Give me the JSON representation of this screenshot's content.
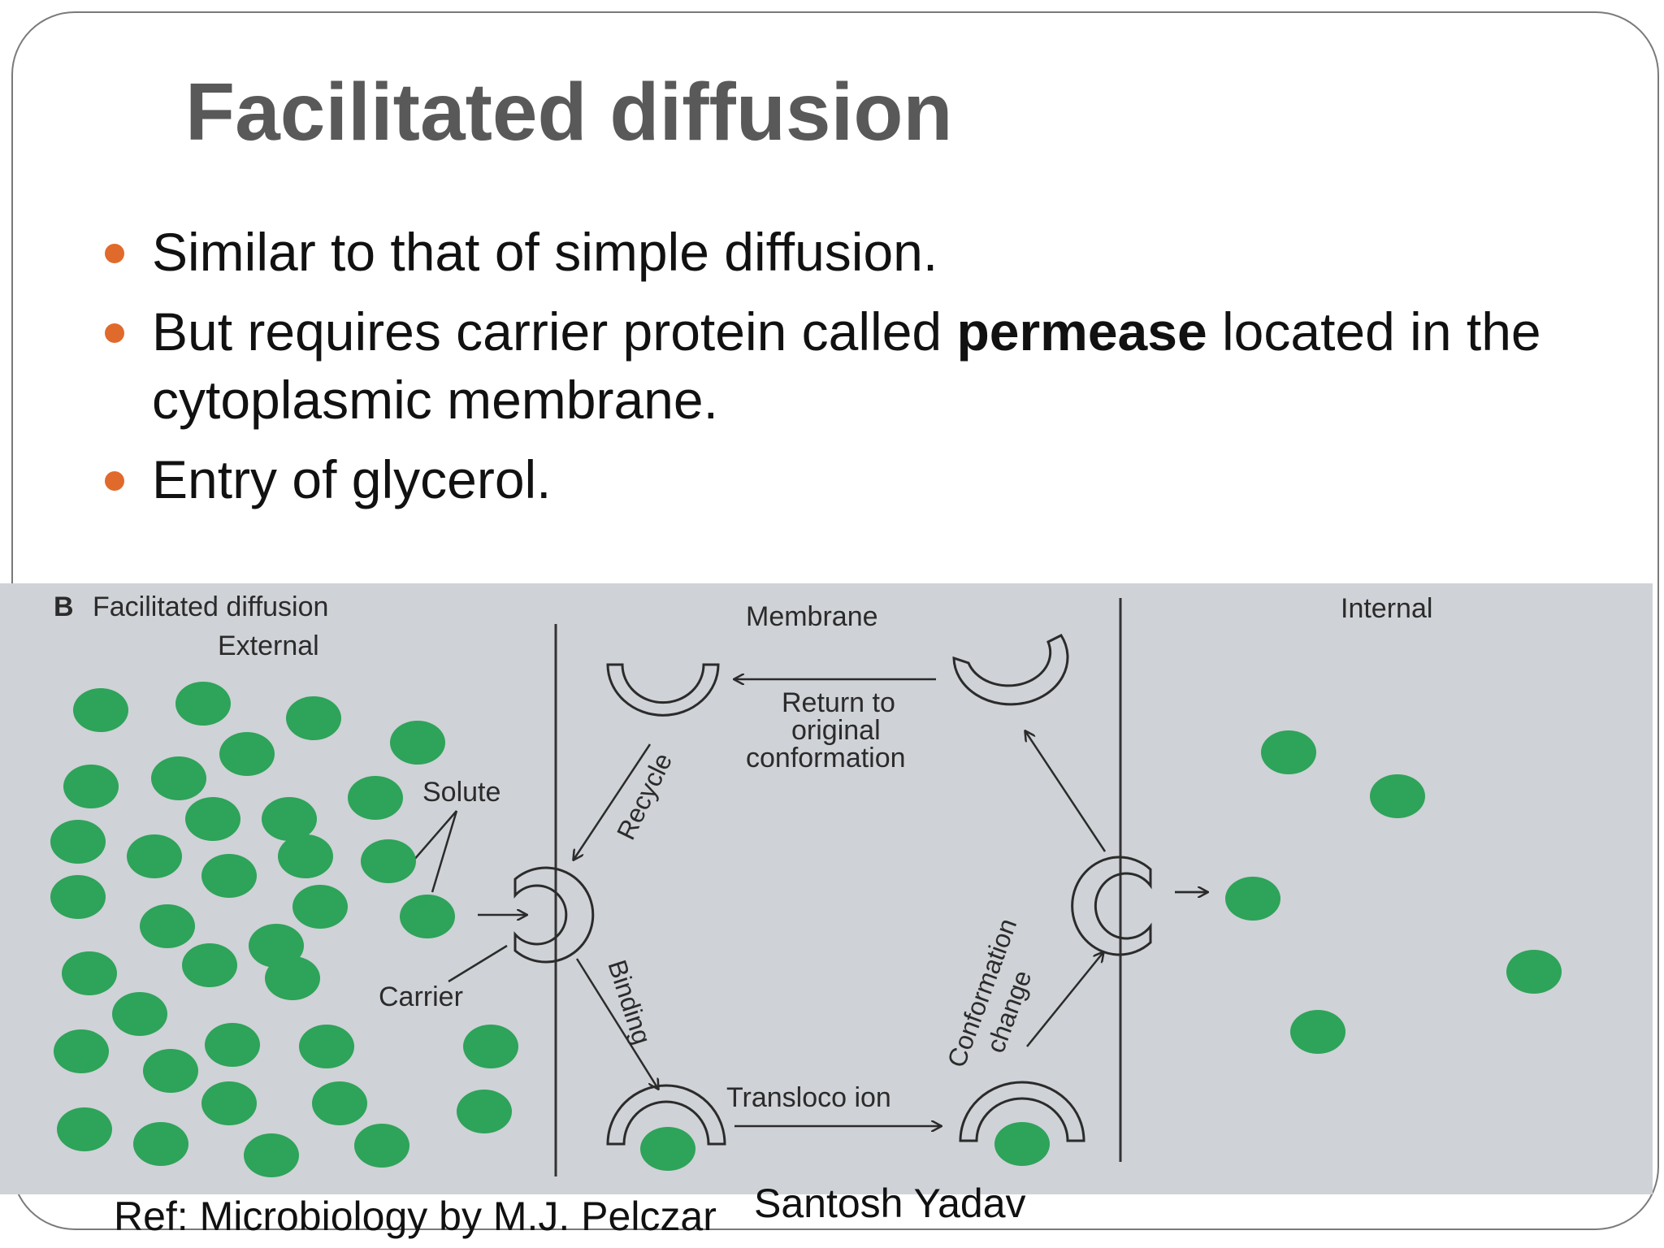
{
  "slide": {
    "title": "Facilitated diffusion",
    "bullets": [
      {
        "pre": "Similar to that of simple diffusion.",
        "bold": "",
        "post": ""
      },
      {
        "pre": "But requires carrier protein called ",
        "bold": "permease",
        "post": " located in the cytoplasmic membrane."
      },
      {
        "pre": "Entry of glycerol.",
        "bold": "",
        "post": ""
      }
    ],
    "bullet_color": "#e06a2c",
    "title_color": "#595959"
  },
  "figure": {
    "panel_letter": "B",
    "panel_title": "Facilitated diffusion",
    "external": "External",
    "membrane": "Membrane",
    "internal": "Internal",
    "solute": "Solute",
    "carrier": "Carrier",
    "recycle": "Recycle",
    "binding": "Binding",
    "translocation": "Transloco  ion",
    "conformation_change_1": "Conformation",
    "conformation_change_2": "change",
    "return_1": "Return to",
    "return_2": "original",
    "return_3": "conformation",
    "solute_color": "#2ea35a"
  },
  "footer": {
    "ref": "Ref: Microbiology by  M.J. Pelczar",
    "author": "Santosh Yadav"
  }
}
